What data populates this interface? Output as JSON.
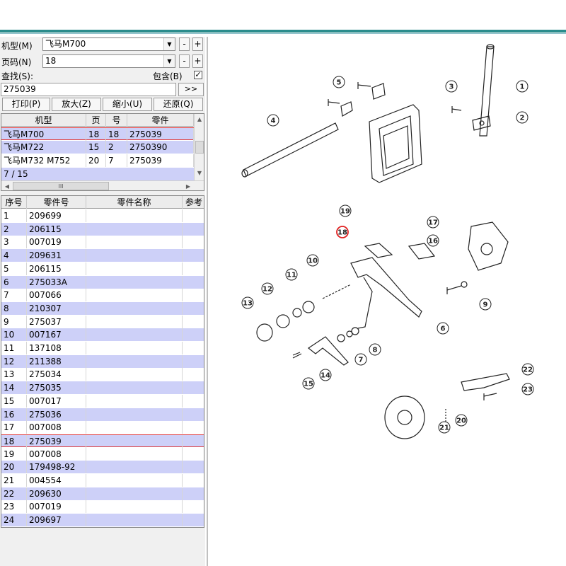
{
  "model_row": {
    "label": "机型(M)",
    "value": "飞马M700",
    "minus": "-",
    "plus": "+"
  },
  "page_row": {
    "label": "页码(N)",
    "value": "18",
    "minus": "-",
    "plus": "+"
  },
  "search_row": {
    "label": "查找(S):",
    "include_label": "包含(B)",
    "include_checked": "✓",
    "value": "275039",
    "go": ">>"
  },
  "toolbar": {
    "print": "打印(P)",
    "zoom_in": "放大(Z)",
    "zoom_out": "缩小(U)",
    "restore": "还原(Q)"
  },
  "models_table": {
    "headers": [
      "机型",
      "页",
      "号",
      "零件"
    ],
    "rows": [
      {
        "model": "飞马M700",
        "page": "18",
        "num": "18",
        "part": "275039"
      },
      {
        "model": "飞马M722",
        "page": "15",
        "num": "2",
        "part": "2750390"
      },
      {
        "model": "飞马M732 M752",
        "page": "20",
        "num": "7",
        "part": "275039"
      }
    ],
    "status": "7 / 15",
    "hscroll_glyph": "III"
  },
  "parts_table": {
    "headers": [
      "序号",
      "零件号",
      "零件名称",
      "参考"
    ],
    "rows": [
      {
        "no": "1",
        "part": "209699"
      },
      {
        "no": "2",
        "part": "206115"
      },
      {
        "no": "3",
        "part": "007019"
      },
      {
        "no": "4",
        "part": "209631"
      },
      {
        "no": "5",
        "part": "206115"
      },
      {
        "no": "6",
        "part": "275033A"
      },
      {
        "no": "7",
        "part": "007066"
      },
      {
        "no": "8",
        "part": "210307"
      },
      {
        "no": "9",
        "part": "275037"
      },
      {
        "no": "10",
        "part": "007167"
      },
      {
        "no": "11",
        "part": "137108"
      },
      {
        "no": "12",
        "part": "211388"
      },
      {
        "no": "13",
        "part": "275034"
      },
      {
        "no": "14",
        "part": "275035"
      },
      {
        "no": "15",
        "part": "007017"
      },
      {
        "no": "16",
        "part": "275036"
      },
      {
        "no": "17",
        "part": "007008"
      },
      {
        "no": "18",
        "part": "275039"
      },
      {
        "no": "19",
        "part": "007008"
      },
      {
        "no": "20",
        "part": "179498-92"
      },
      {
        "no": "21",
        "part": "004554"
      },
      {
        "no": "22",
        "part": "209630"
      },
      {
        "no": "23",
        "part": "007019"
      },
      {
        "no": "24",
        "part": "209697"
      }
    ]
  },
  "diagram": {
    "callouts": [
      "1",
      "2",
      "3",
      "4",
      "5",
      "6",
      "7",
      "8",
      "9",
      "10",
      "11",
      "12",
      "13",
      "14",
      "15",
      "16",
      "17",
      "18",
      "19",
      "20",
      "21",
      "22",
      "23"
    ],
    "highlighted": "18"
  },
  "colors": {
    "accent_band": "#2a8c8c",
    "row_alt": "#cdd0f8",
    "selection_border": "#e03a3a",
    "highlight_circle": "#e02020"
  }
}
